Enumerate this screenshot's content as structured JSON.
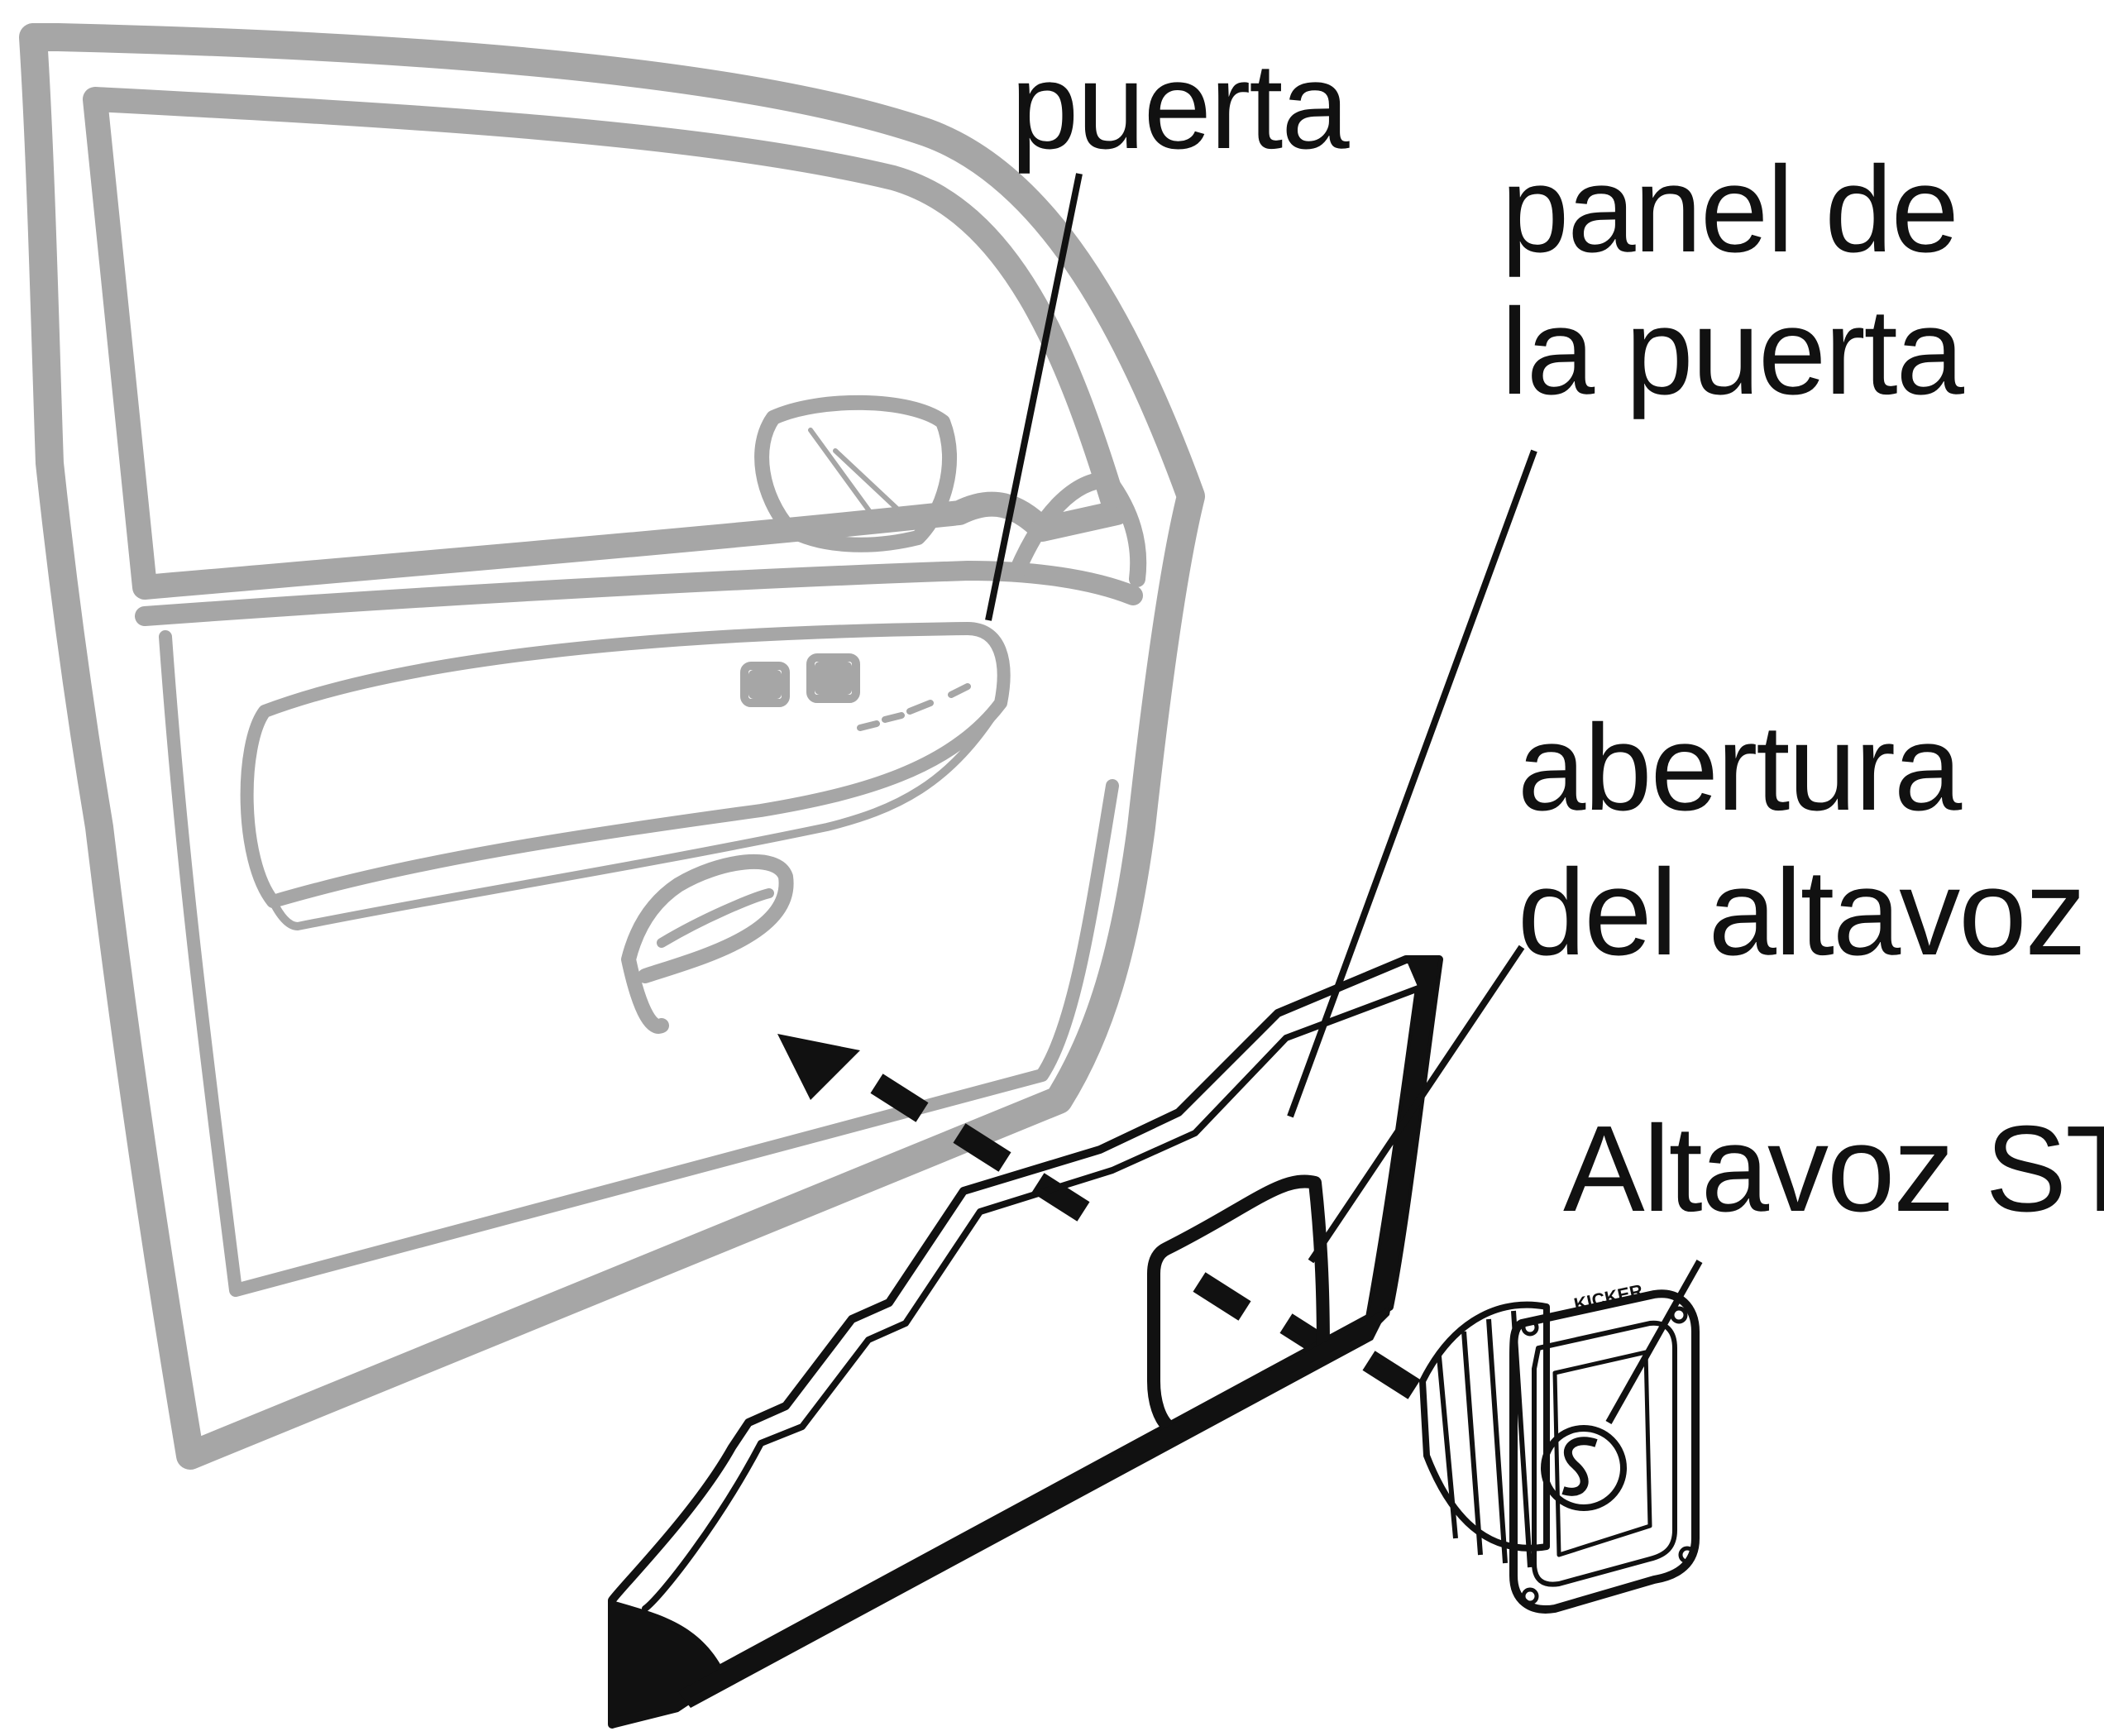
{
  "labels": {
    "door": "puerta",
    "door_panel_line1": "panel de",
    "door_panel_line2": "la puerta",
    "speaker_opening_line1": "abertura",
    "speaker_opening_line2": "del altavoz",
    "speaker": "Altavoz ST"
  },
  "speaker_brand": "KICKER",
  "colors": {
    "door_gray": "#a6a6a6",
    "ink": "#111111",
    "background": "#ffffff"
  }
}
